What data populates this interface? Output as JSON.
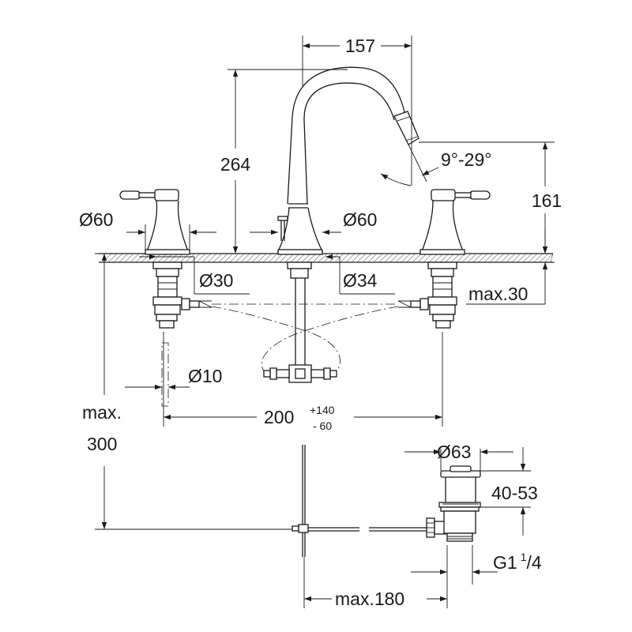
{
  "dimensions": {
    "spout_reach": "157",
    "total_height": "264",
    "spout_angle": "9°-29°",
    "spout_outlet_height": "161",
    "handle_base_diameter": "Ø60",
    "spout_base_diameter": "Ø60",
    "handle_hole_diameter": "Ø30",
    "spout_hole_diameter": "Ø34",
    "max_deck_thickness": "max.30",
    "supply_pipe_diameter": "Ø10",
    "handle_spacing_base": "200",
    "handle_spacing_plus": "+140",
    "handle_spacing_minus": "- 60",
    "max_depth_label": "max.",
    "max_depth_value": "300",
    "drain_flange_diameter": "Ø63",
    "drain_flange_range": "40-53",
    "drain_thread_main": "G1",
    "drain_thread_num": "1",
    "drain_thread_den": "/4",
    "max_pop_up_reach": "max.180"
  }
}
